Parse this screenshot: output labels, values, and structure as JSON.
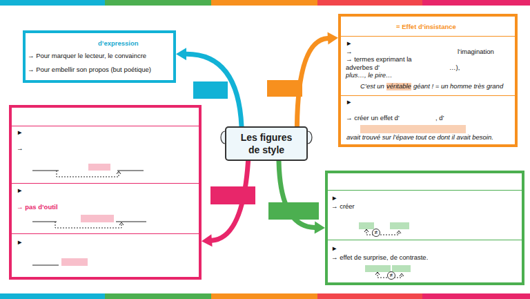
{
  "diagram": {
    "nodes": [
      {
        "text": [
          "Les figures de style"
        ]
      },
      {
        "text": [
          "d’expression",
          "→ Pour marquer le lecteur, le convaincre",
          "→ Pour embellir son propos (but poétique)"
        ]
      },
      {
        "text": [
          "= Effet d’insistance"
        ]
      },
      {
        "text": [
          "►",
          "→",
          "l’imagination",
          "→ termes exprimant la",
          "adverbes d’",
          "…),",
          "plus…, le pire…",
          "C’est un",
          "véritable",
          "géant ! = un homme très grand"
        ],
        "in": 2
      },
      {
        "text": [
          "►",
          "→ créer un effet d’",
          ", d’",
          "avait trouvé sur l’épave tout ce dont il avait besoin."
        ],
        "in": 2
      },
      {
        "text": []
      },
      {
        "text": [
          "►",
          "→"
        ],
        "in": 5
      },
      {
        "text": [
          "►",
          "→ pas d’outil"
        ],
        "in": 5
      },
      {
        "text": [
          "►"
        ],
        "in": 5
      },
      {
        "text": []
      },
      {
        "text": [
          "►",
          "→ créer"
        ],
        "in": 9
      },
      {
        "text": [
          "►",
          "→ effet de surprise, de contraste."
        ],
        "in": 9
      }
    ],
    "edges": [
      {
        "from": 0,
        "to": 1,
        "arrow": "to"
      },
      {
        "from": 0,
        "to": 2,
        "arrow": "to"
      },
      {
        "from": 0,
        "to": 5,
        "arrow": "to"
      },
      {
        "from": 0,
        "to": 9,
        "arrow": "to"
      }
    ],
    "labels": [
      "≠",
      "≠"
    ]
  }
}
